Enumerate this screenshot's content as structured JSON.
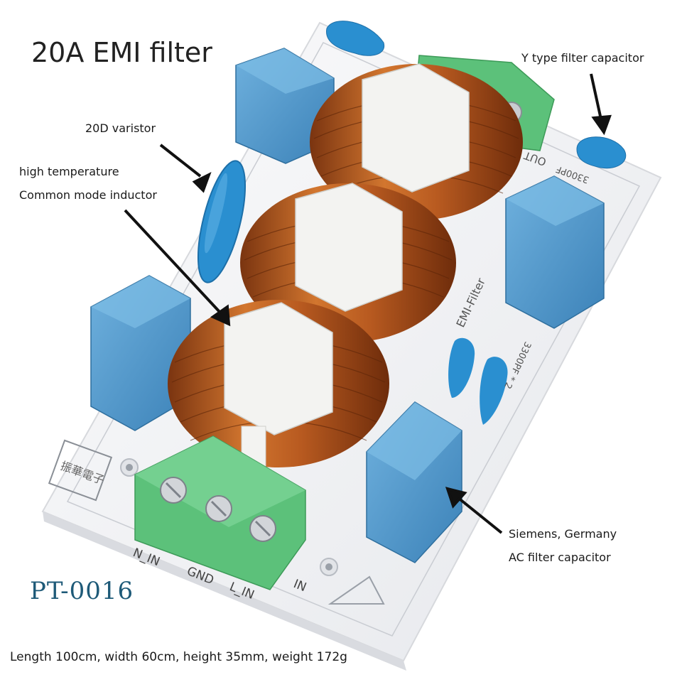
{
  "title": "20A EMI filter",
  "model": "PT-0016",
  "dimensions": "Length 100cm, width 60cm, height 35mm, weight 172g",
  "annotations": {
    "y_cap": "Y type filter capacitor",
    "varistor": "20D varistor",
    "inductor_line1": "high temperature",
    "inductor_line2": "Common mode inductor",
    "x_cap_line1": "Siemens, Germany",
    "x_cap_line2": "AC filter capacitor"
  },
  "board_text": {
    "terminal_labels": [
      "N_IN",
      "GND",
      "L_IN"
    ],
    "in_label": "IN",
    "out_label": "OUT",
    "cap_value_top": "3300PF",
    "cap_value_mid": "3300PF * 2",
    "board_name": "EMI-Filter",
    "chinese_mark": "振華電子"
  },
  "colors": {
    "board": "#f4f5f7",
    "x_capacitor": "#4b93c7",
    "y_capacitor": "#2a8fd0",
    "copper": "#b85a20",
    "bobbin": "#f3f3f1",
    "terminal": "#5cc17a",
    "model_text": "#1e5a78"
  }
}
